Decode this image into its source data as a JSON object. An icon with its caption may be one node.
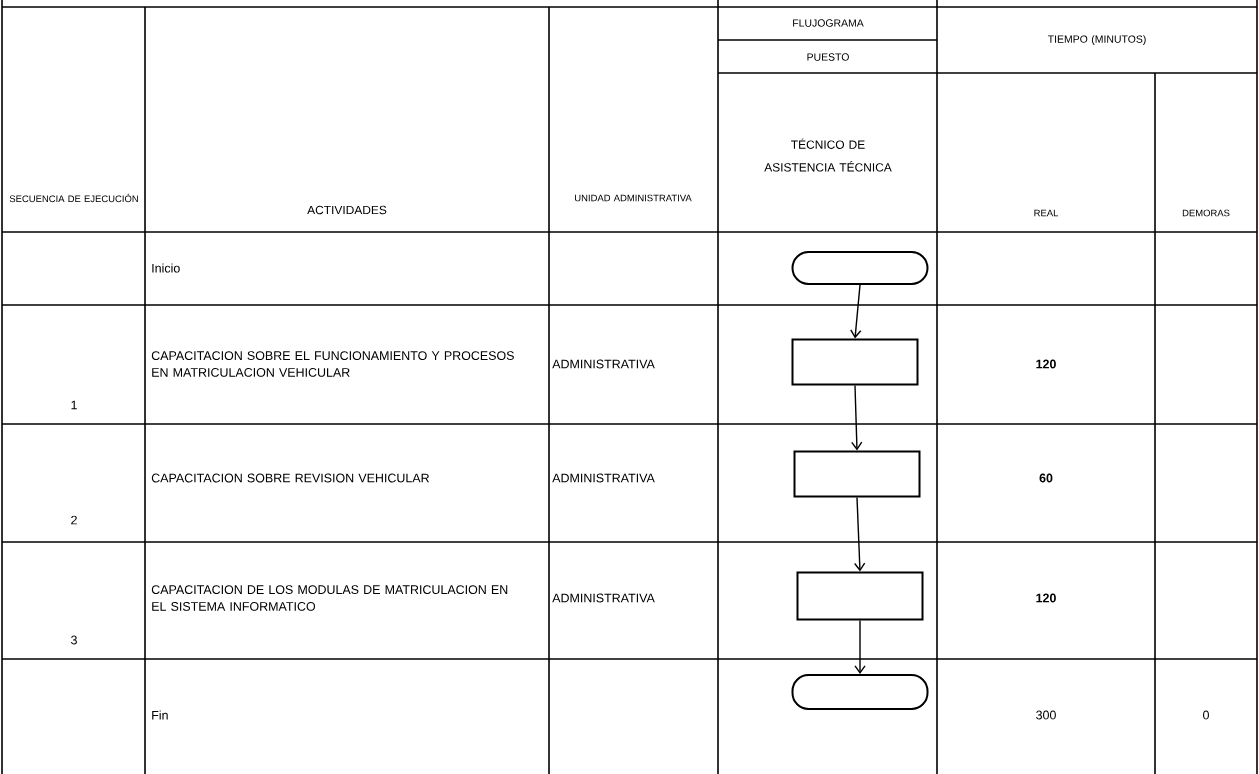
{
  "diagram": {
    "nodes": [
      {
        "text": [],
        "shape": "capsule"
      },
      {
        "text": [],
        "shape": "box"
      },
      {
        "text": [],
        "shape": "box"
      },
      {
        "text": [],
        "shape": "box"
      },
      {
        "text": [],
        "shape": "capsule"
      }
    ],
    "edges": [
      {
        "from": 0,
        "to": 1,
        "arrow": "to"
      },
      {
        "from": 1,
        "to": 2,
        "arrow": "to"
      },
      {
        "from": 2,
        "to": 3,
        "arrow": "to"
      },
      {
        "from": 3,
        "to": 4,
        "arrow": "to"
      }
    ],
    "labels": [
      "FLUJOGRAMA",
      "TIEMPO (MINUTOS)",
      "PUESTO",
      "TÉCNICO DE ASISTENCIA TÉCNICA",
      "SECUENCIA DE EJECUCIÓN",
      "ACTIVIDADES",
      "UNIDAD ADMINISTRATIVA",
      "REAL",
      "DEMORAS",
      "Inicio",
      "CAPACITACION SOBRE EL FUNCIONAMIENTO Y PROCESOS EN MATRICULACION VEHICULAR",
      "1",
      "ADMINISTRATIVA",
      "120",
      "CAPACITACION SOBRE REVISION VEHICULAR",
      "2",
      "ADMINISTRATIVA",
      "60",
      "CAPACITACION DE LOS MODULAS DE MATRICULACION EN EL SISTEMA INFORMATICO",
      "3",
      "ADMINISTRATIVA",
      "120",
      "Fin",
      "300",
      "0"
    ]
  }
}
